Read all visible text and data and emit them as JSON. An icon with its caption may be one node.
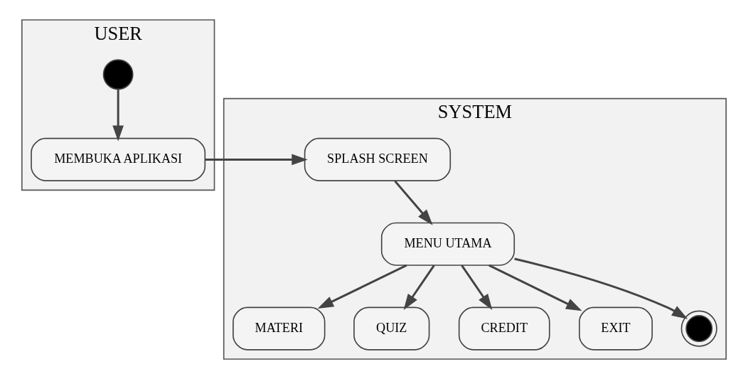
{
  "diagram": {
    "nodes": [
      {
        "text": [
          "USER"
        ]
      },
      {
        "text": [
          "SYSTEM"
        ]
      },
      {
        "text": [],
        "shape": "circle",
        "in": 0
      },
      {
        "text": [
          "MEMBUKA APLIKASI"
        ],
        "in": 0
      },
      {
        "text": [
          "SPLASH SCREEN"
        ],
        "in": 1
      },
      {
        "text": [
          "MENU UTAMA"
        ],
        "in": 1
      },
      {
        "text": [
          "MATERI"
        ],
        "in": 1
      },
      {
        "text": [
          "QUIZ"
        ],
        "in": 1
      },
      {
        "text": [
          "CREDIT"
        ],
        "in": 1
      },
      {
        "text": [
          "EXIT"
        ],
        "in": 1
      },
      {
        "text": [],
        "shape": "circle",
        "in": 1
      }
    ],
    "edges": [
      {
        "from": 2,
        "to": 3,
        "arrow": "to"
      },
      {
        "from": 3,
        "to": 4,
        "arrow": "to"
      },
      {
        "from": 4,
        "to": 5,
        "arrow": "to"
      },
      {
        "from": 5,
        "to": 6,
        "arrow": "to"
      },
      {
        "from": 5,
        "to": 7,
        "arrow": "to"
      },
      {
        "from": 5,
        "to": 8,
        "arrow": "to"
      },
      {
        "from": 5,
        "to": 9,
        "arrow": "to"
      },
      {
        "from": 5,
        "to": 10,
        "arrow": "to"
      }
    ]
  }
}
